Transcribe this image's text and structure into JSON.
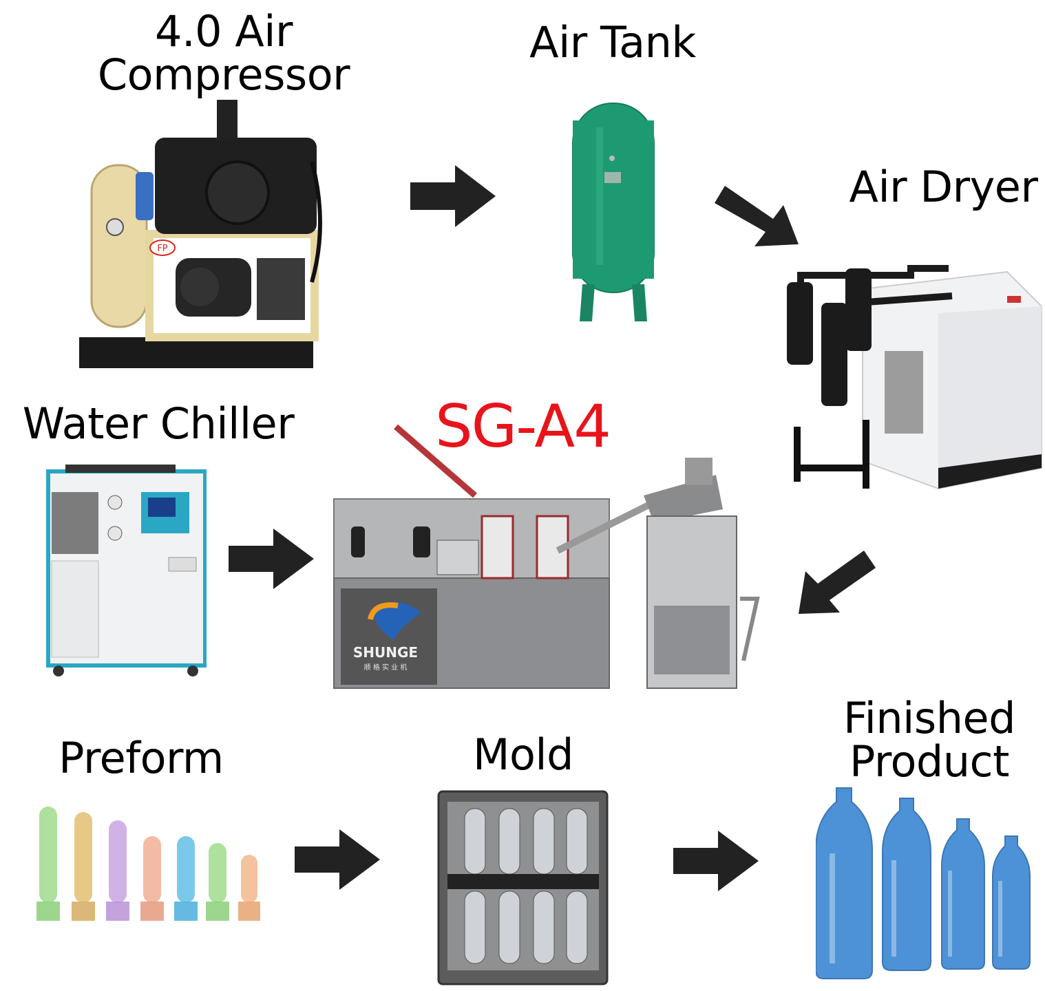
{
  "labels": {
    "compressor": "4.0 Air\nCompressor",
    "tank": "Air Tank",
    "dryer": "Air Dryer",
    "chiller": "Water Chiller",
    "model": "SG-A4",
    "preform": "Preform",
    "mold": "Mold",
    "product": "Finished\nProduct"
  },
  "machine_brand": {
    "name": "SHUNGE",
    "sub": "顺 格 实 业 机"
  },
  "compressor_badge": "FP",
  "colors": {
    "arrow": "#222222",
    "model_title": "#e8141b",
    "tank": "#1e9a72",
    "chiller_frame": "#2aa7c4",
    "bottle": "#2f7fd0"
  }
}
